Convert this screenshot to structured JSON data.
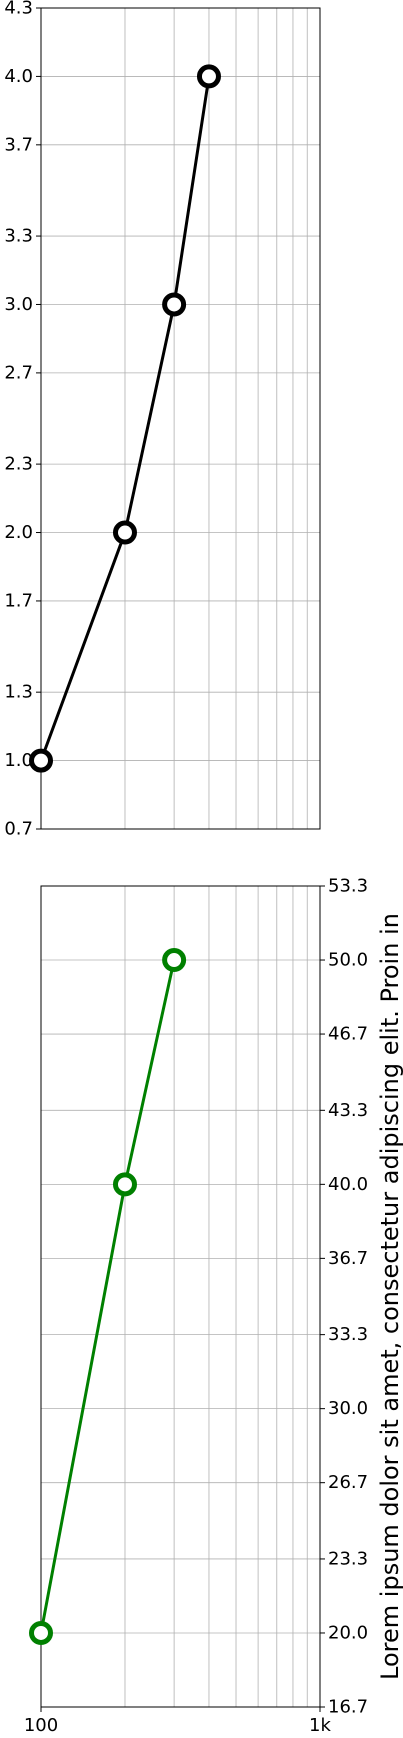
{
  "chart_data": [
    {
      "type": "line",
      "x_scale": "log",
      "xlim": [
        100,
        1000
      ],
      "ylim": [
        0.7,
        4.3
      ],
      "grid": true,
      "y_axis_side": "left",
      "x_ticklabels_shown": false,
      "y_tick_labels": [
        "0.7",
        "1.0",
        "1.3",
        "1.7",
        "2.0",
        "2.3",
        "2.7",
        "3.0",
        "3.3",
        "3.7",
        "4.0",
        "4.3"
      ],
      "series": [
        {
          "x": [
            100,
            200,
            300,
            400
          ],
          "y": [
            1,
            2,
            3,
            4
          ],
          "color": "#000000",
          "marker": "hollow-circle"
        }
      ],
      "ylabel": ""
    },
    {
      "type": "line",
      "x_scale": "log",
      "xlim": [
        100,
        1000
      ],
      "ylim": [
        16.7,
        53.3
      ],
      "grid": true,
      "y_axis_side": "right",
      "x_tick_labels": [
        "100",
        "1k"
      ],
      "y_tick_labels": [
        "16.7",
        "20.0",
        "23.3",
        "26.7",
        "30.0",
        "33.3",
        "36.7",
        "40.0",
        "43.3",
        "46.7",
        "50.0",
        "53.3"
      ],
      "series": [
        {
          "x": [
            100,
            200,
            300
          ],
          "y": [
            20,
            40,
            50
          ],
          "color": "#008000",
          "marker": "hollow-circle"
        }
      ],
      "ylabel": "Lorem ipsum dolor sit amet, consectetur adipiscing elit. Proin in"
    }
  ]
}
